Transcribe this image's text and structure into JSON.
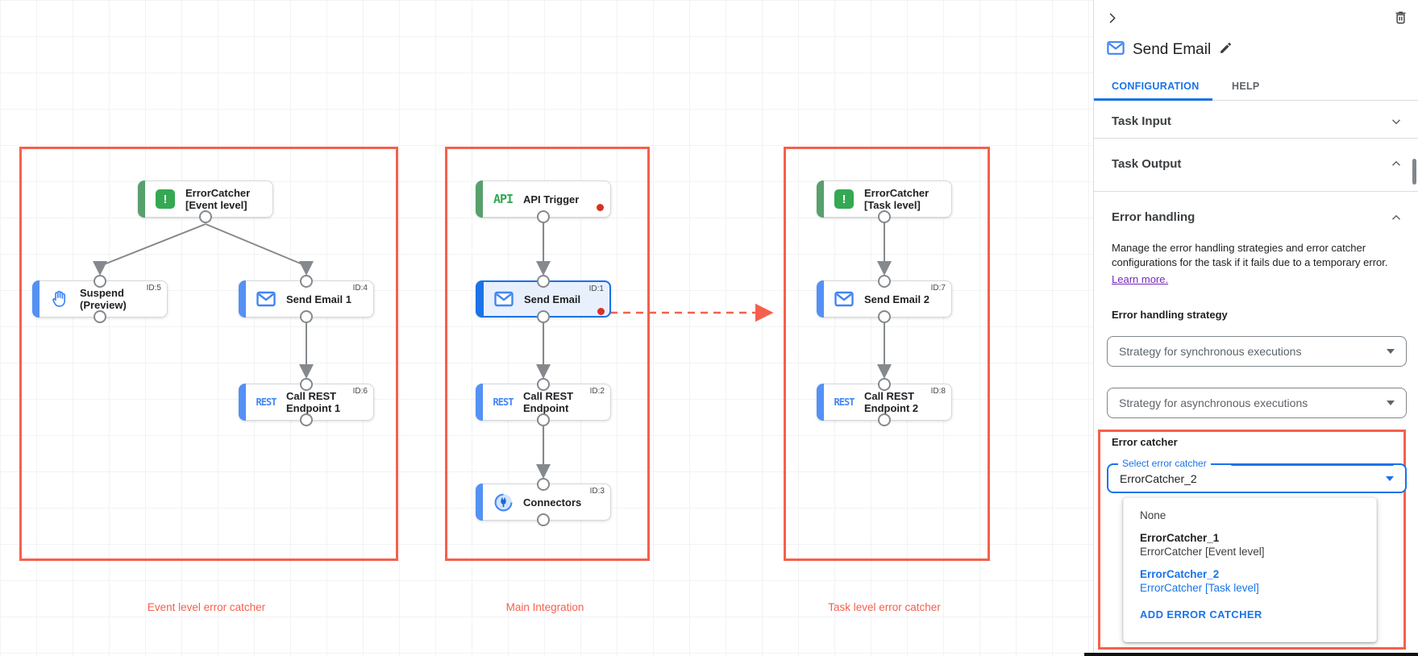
{
  "canvas": {
    "groups": [
      {
        "label": "Event level error catcher"
      },
      {
        "label": "Main Integration"
      },
      {
        "label": "Task level error catcher"
      }
    ],
    "nodes": {
      "error_catcher_event": {
        "title": "ErrorCatcher",
        "subtitle": "[Event level]",
        "icon": "!"
      },
      "suspend": {
        "title": "Suspend",
        "subtitle": "(Preview)",
        "id": "ID:5"
      },
      "send_email_1": {
        "title": "Send Email 1",
        "id": "ID:4"
      },
      "call_rest_1": {
        "title": "Call REST",
        "subtitle": "Endpoint 1",
        "id": "ID:6",
        "icon_text": "REST"
      },
      "api_trigger": {
        "title": "API Trigger",
        "icon_text": "API"
      },
      "send_email": {
        "title": "Send Email",
        "id": "ID:1"
      },
      "call_rest": {
        "title": "Call REST",
        "subtitle": "Endpoint",
        "id": "ID:2",
        "icon_text": "REST"
      },
      "connectors": {
        "title": "Connectors",
        "id": "ID:3"
      },
      "error_catcher_task": {
        "title": "ErrorCatcher",
        "subtitle": "[Task level]",
        "icon": "!"
      },
      "send_email_2": {
        "title": "Send Email 2",
        "id": "ID:7"
      },
      "call_rest_2": {
        "title": "Call REST",
        "subtitle": "Endpoint 2",
        "id": "ID:8",
        "icon_text": "REST"
      }
    }
  },
  "panel": {
    "title": "Send Email",
    "tabs": {
      "configuration": "CONFIGURATION",
      "help": "HELP"
    },
    "sections": {
      "task_input": "Task Input",
      "task_output": "Task Output",
      "error_handling": "Error handling"
    },
    "error_handling": {
      "description_line1": "Manage the error handling strategies and error catcher",
      "description_line2": "configurations for the task if it fails due to a temporary error.",
      "learn_more": "Learn more.",
      "strategy_label": "Error handling strategy",
      "sync_dropdown_value": "Strategy for synchronous executions",
      "async_dropdown_value": "Strategy for asynchronous executions",
      "catcher_label": "Error catcher",
      "select_label": "Select error catcher",
      "select_value": "ErrorCatcher_2",
      "menu": {
        "none": "None",
        "options": [
          {
            "name": "ErrorCatcher_1",
            "desc": "ErrorCatcher [Event level]"
          },
          {
            "name": "ErrorCatcher_2",
            "desc": "ErrorCatcher [Task level]"
          }
        ],
        "add_button": "ADD ERROR CATCHER"
      }
    }
  },
  "icons": {
    "panel_collapse": "chevron-right-icon",
    "delete": "trash-icon",
    "edit": "pencil-icon",
    "task": "envelope-icon"
  },
  "colors": {
    "annotation_red": "#f5604d",
    "error_dot_red": "#d93025",
    "primary_blue": "#1a73e8",
    "node_blue": "#4285f4",
    "trigger_green": "#34a853",
    "selected_node_bg": "#e8f0fe",
    "link_purple": "#7627bb"
  }
}
